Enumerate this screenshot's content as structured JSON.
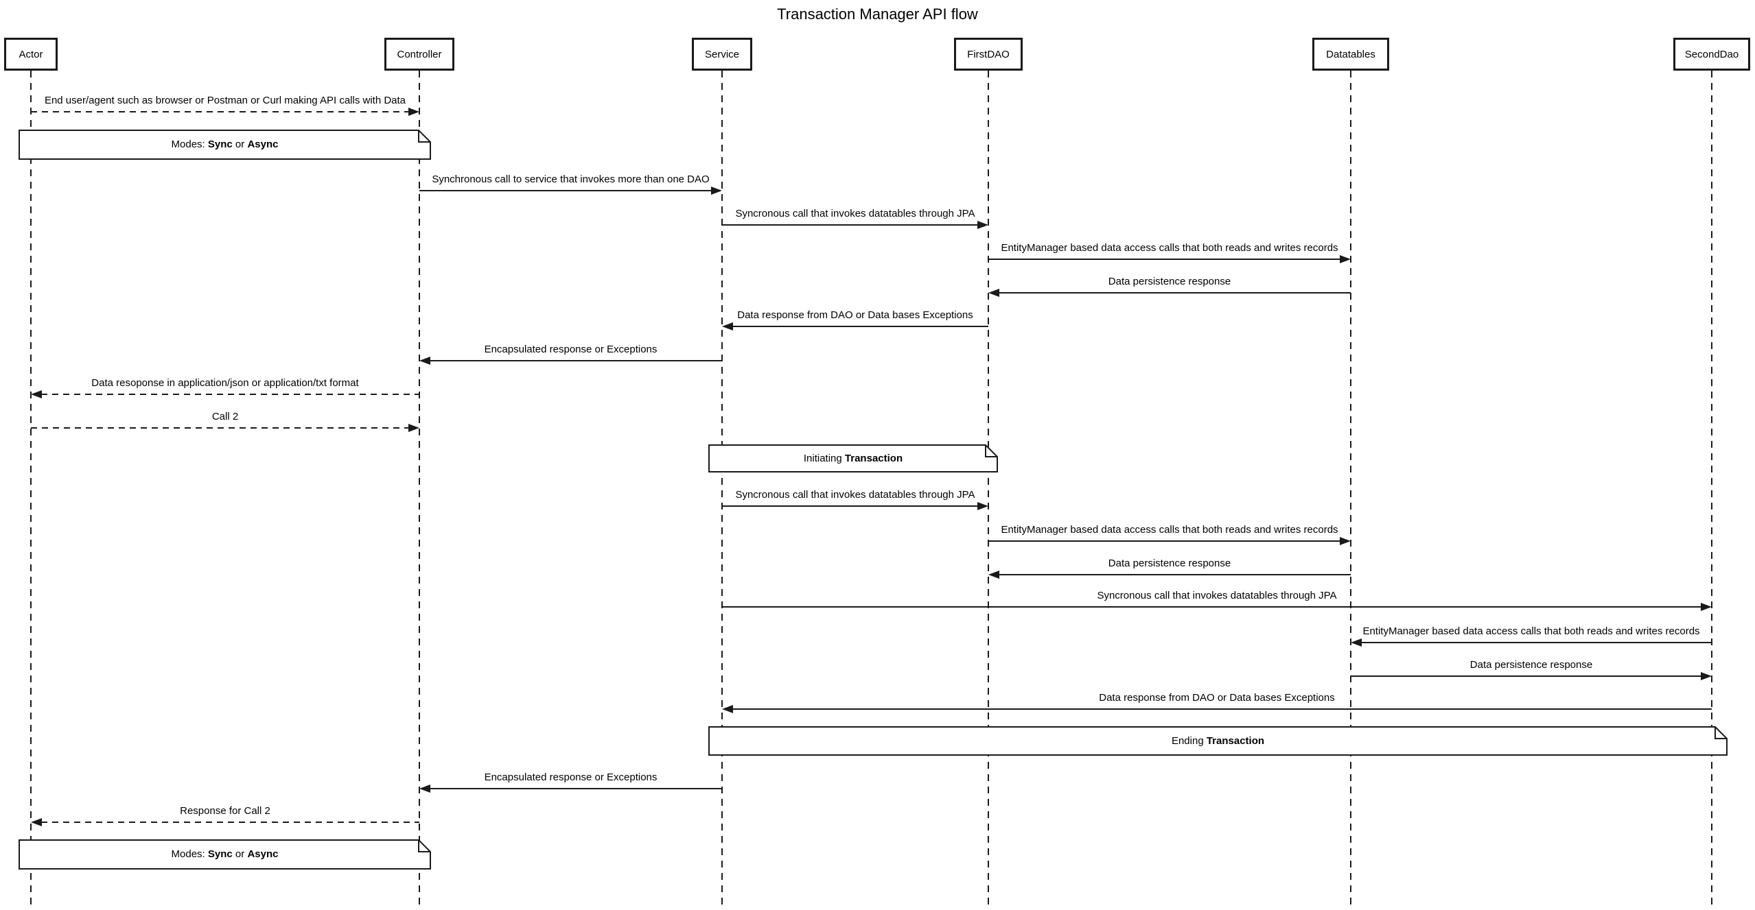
{
  "diagram": {
    "type": "sequence-diagram",
    "title": "Transaction Manager API flow"
  },
  "participants": [
    {
      "name": "Actor"
    },
    {
      "name": "Controller"
    },
    {
      "name": "Service"
    },
    {
      "name": "FirstDAO"
    },
    {
      "name": "Datatables"
    },
    {
      "name": "SecondDao"
    }
  ],
  "messages": [
    {
      "from": "Actor",
      "to": "Controller",
      "line": "dashed",
      "text": "End user/agent such as browser or Postman or Curl making API calls with Data"
    },
    {
      "from": "Controller",
      "to": "Service",
      "line": "solid",
      "text": "Synchronous call to service that invokes more than one DAO"
    },
    {
      "from": "Service",
      "to": "FirstDAO",
      "line": "solid",
      "text": "Syncronous call that invokes datatables through JPA"
    },
    {
      "from": "FirstDAO",
      "to": "Datatables",
      "line": "solid",
      "text": "EntityManager based data access calls that both reads and writes records"
    },
    {
      "from": "Datatables",
      "to": "FirstDAO",
      "line": "solid",
      "text": "Data persistence response"
    },
    {
      "from": "FirstDAO",
      "to": "Service",
      "line": "solid",
      "text": "Data response from DAO or Data bases Exceptions"
    },
    {
      "from": "Service",
      "to": "Controller",
      "line": "solid",
      "text": "Encapsulated response or Exceptions"
    },
    {
      "from": "Controller",
      "to": "Actor",
      "line": "dashed",
      "text": "Data resoponse in application/json or application/txt format"
    },
    {
      "from": "Actor",
      "to": "Controller",
      "line": "dashed",
      "text": "Call 2"
    },
    {
      "from": "Service",
      "to": "FirstDAO",
      "line": "solid",
      "text": "Syncronous call that invokes datatables through JPA"
    },
    {
      "from": "FirstDAO",
      "to": "Datatables",
      "line": "solid",
      "text": "EntityManager based data access calls that both reads and writes records"
    },
    {
      "from": "Datatables",
      "to": "FirstDAO",
      "line": "solid",
      "text": "Data persistence response"
    },
    {
      "from": "Service",
      "to": "SecondDao",
      "line": "solid",
      "text": "Syncronous call that invokes datatables through JPA"
    },
    {
      "from": "SecondDao",
      "to": "Datatables",
      "line": "solid",
      "text": "EntityManager based data access calls that both reads and writes records"
    },
    {
      "from": "Datatables",
      "to": "SecondDao",
      "line": "solid",
      "text": "Data persistence response"
    },
    {
      "from": "SecondDao",
      "to": "Service",
      "line": "solid",
      "text": "Data response from DAO or Data bases Exceptions"
    },
    {
      "from": "Service",
      "to": "Controller",
      "line": "solid",
      "text": "Encapsulated response or Exceptions"
    },
    {
      "from": "Controller",
      "to": "Actor",
      "line": "dashed",
      "text": "Response for Call 2"
    }
  ],
  "notes": [
    {
      "over": "Actor,Controller",
      "parts": [
        {
          "t": "Modes: "
        },
        {
          "t": "Sync",
          "bold": true
        },
        {
          "t": " or "
        },
        {
          "t": "Async",
          "bold": true
        }
      ]
    },
    {
      "over": "Service,FirstDAO",
      "parts": [
        {
          "t": "Initiating "
        },
        {
          "t": "Transaction",
          "bold": true
        }
      ]
    },
    {
      "over": "Service,SecondDao",
      "parts": [
        {
          "t": "Ending "
        },
        {
          "t": "Transaction",
          "bold": true
        }
      ]
    },
    {
      "over": "Actor,Controller",
      "parts": [
        {
          "t": "Modes: "
        },
        {
          "t": "Sync",
          "bold": true
        },
        {
          "t": " or "
        },
        {
          "t": "Async",
          "bold": true
        }
      ]
    }
  ],
  "colors": {
    "line": "#1a1a1a",
    "text": "#000000",
    "background": "#ffffff",
    "shape_fill": "#ffffff"
  }
}
